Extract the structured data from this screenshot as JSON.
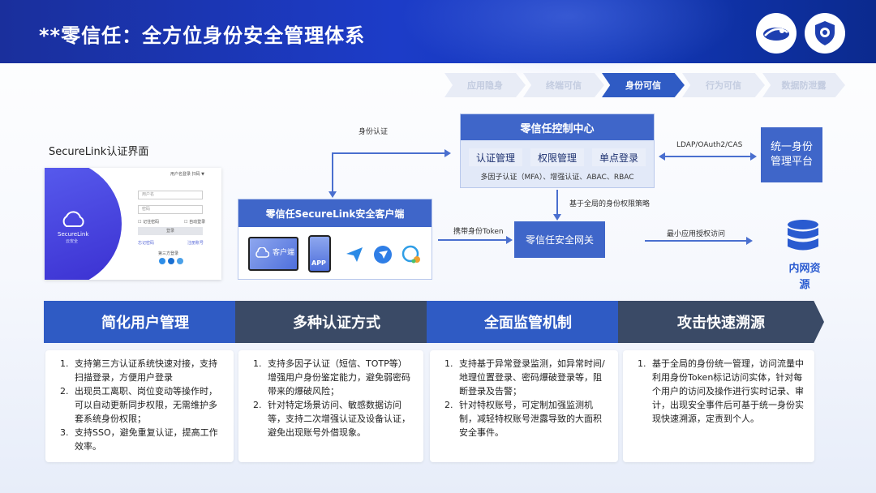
{
  "header": {
    "title": "**零信任：全方位身份安全管理体系"
  },
  "steps": [
    {
      "label": "应用隐身",
      "active": false
    },
    {
      "label": "终端可信",
      "active": false
    },
    {
      "label": "身份可信",
      "active": true
    },
    {
      "label": "行为可信",
      "active": false
    },
    {
      "label": "数据防泄露",
      "active": false
    }
  ],
  "auth_preview": {
    "title": "SecureLink认证界面",
    "brand": "SecureLink",
    "brand_sub": "云安全",
    "top_links": "用户名登录  扫码  ▼",
    "username_placeholder": "用户名",
    "password_placeholder": "密码",
    "remember": "记住密码",
    "auto_login": "自动登录",
    "login_button": "登录",
    "link_left": "忘记密码",
    "link_right": "注册账号",
    "third_party": "第三方登录"
  },
  "diagram": {
    "label_identity_auth": "身份认证",
    "control_center": {
      "title": "零信任控制中心",
      "buttons": [
        "认证管理",
        "权限管理",
        "单点登录"
      ],
      "caption": "多因子认证（MFA）、增强认证、ABAC、RBAC"
    },
    "protocols": "LDAP/OAuth2/CAS",
    "unified_platform": "统一身份管理平台",
    "policy_label": "基于全局的身份权限策略",
    "client": {
      "title": "零信任SecureLink安全客户端",
      "desktop_label": "客户端",
      "app_label": "APP"
    },
    "token_label": "携带身份Token",
    "gateway": "零信任安全网关",
    "min_access": "最小应用授权访问",
    "intranet": "内网资源"
  },
  "categories": [
    {
      "title": "简化用户管理",
      "color": "#2f5bc4",
      "items": [
        "支持第三方认证系统快速对接，支持扫描登录，方便用户登录",
        "出现员工离职、岗位变动等操作时，可以自动更新同步权限，无需维护多套系统身份权限；",
        "支持SSO，避免重复认证，提高工作效率。"
      ]
    },
    {
      "title": "多种认证方式",
      "color": "#3a4a66",
      "items": [
        "支持多因子认证（短信、TOTP等）增强用户身份鉴定能力，避免弱密码带来的爆破风险；",
        "针对特定场景访问、敏感数据访问等，支持二次增强认证及设备认证，避免出现账号外借现象。"
      ]
    },
    {
      "title": "全面监管机制",
      "color": "#2f5bc4",
      "items": [
        "支持基于异常登录监测，如异常时间/地理位置登录、密码爆破登录等，阻断登录及告警；",
        "针对特权账号，可定制加强监测机制，减轻特权账号泄露导致的大面积安全事件。"
      ]
    },
    {
      "title": "攻击快速溯源",
      "color": "#3a4a66",
      "items": [
        "基于全局的身份统一管理，访问流量中利用身份Token标记访问实体，针对每个用户的访问及操作进行实时记录、审计，出现安全事件后可基于统一身份实现快速溯源，定责到个人。"
      ]
    }
  ]
}
